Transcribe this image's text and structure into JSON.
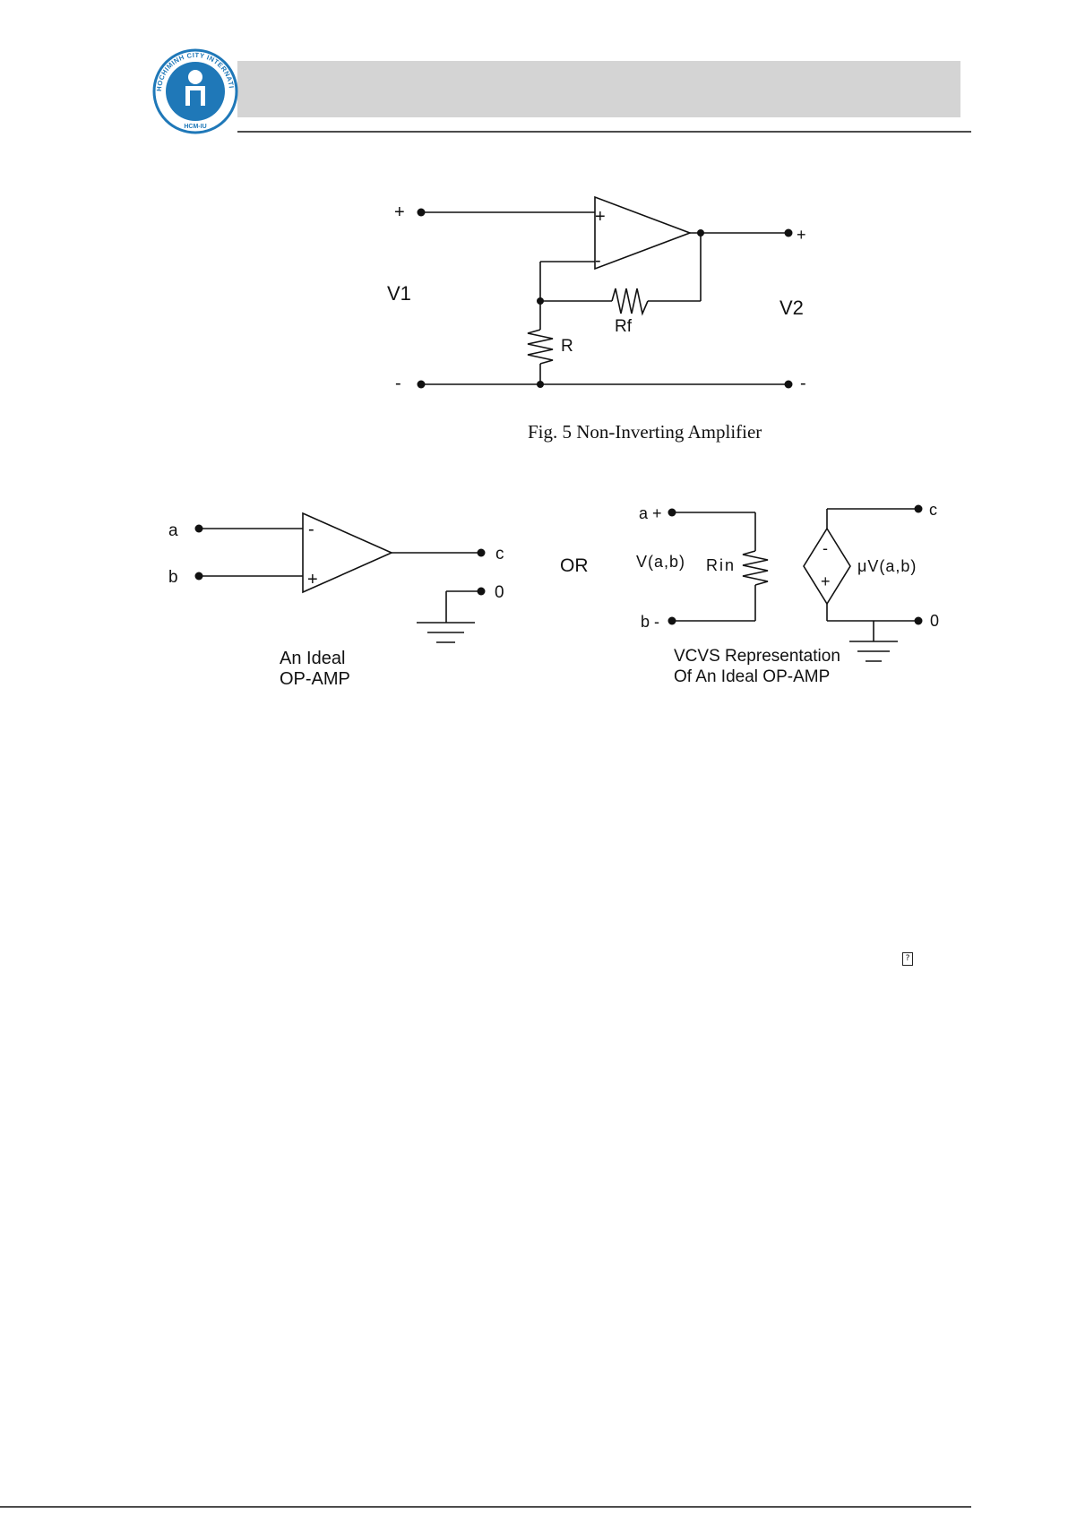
{
  "header": {
    "logo_ring_text": "HOCHIMINH CITY INTERNATIONAL UNIVERSITY",
    "logo_bottom_text": "HCM-IU",
    "band_color": "#d4d4d4",
    "logo_color": "#1f78b8"
  },
  "figure5": {
    "caption": "Fig. 5  Non-Inverting Amplifier",
    "terminal_in_plus": "+",
    "terminal_in_minus": "-",
    "terminal_out_plus": "+",
    "terminal_out_minus": "-",
    "opamp_plus": "+",
    "opamp_minus": "-",
    "v1_label": "V1",
    "v2_label": "V2",
    "r_label": "R",
    "rf_label": "Rf"
  },
  "ideal_opamp": {
    "node_a": "a",
    "node_b": "b",
    "node_c": "c",
    "node_0": "0",
    "input_minus": "-",
    "input_plus": "+",
    "caption_line1": "An Ideal",
    "caption_line2": "OP-AMP"
  },
  "or_label": "OR",
  "vcvs": {
    "node_a": "a +",
    "node_b": "b -",
    "node_c": "c",
    "node_0": "0",
    "v_ab": "V(a,b)",
    "rin": "Rin",
    "mu_v": "μV(a,b)",
    "source_minus": "-",
    "source_plus": "+",
    "caption_line1": "VCVS Representation",
    "caption_line2": "Of An Ideal OP-AMP"
  },
  "replacement_char": "?"
}
